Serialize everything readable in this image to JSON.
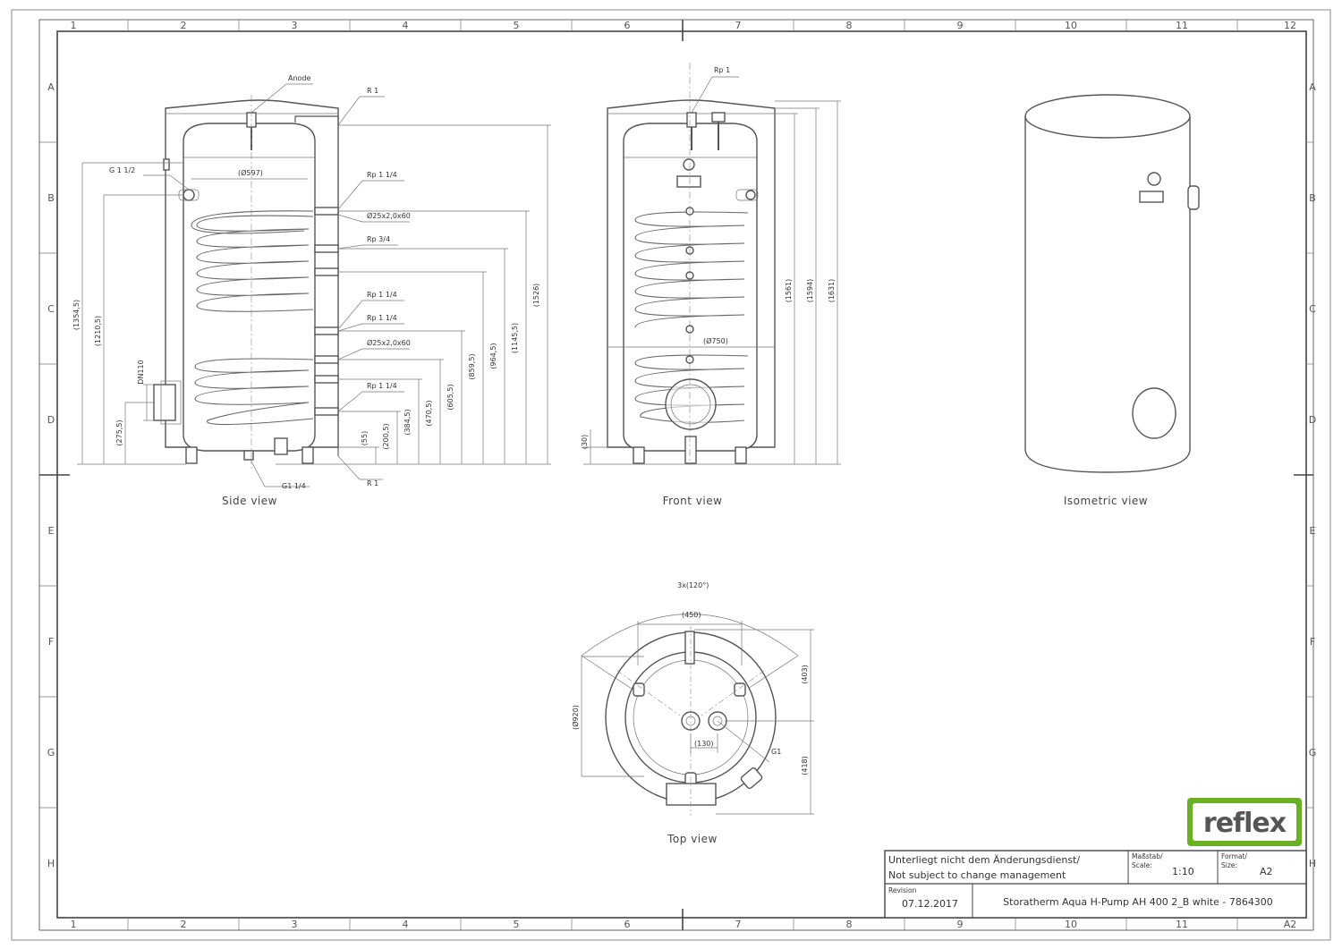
{
  "grid": {
    "columns": [
      "1",
      "2",
      "3",
      "4",
      "5",
      "6",
      "7",
      "8",
      "9",
      "10",
      "11",
      "12"
    ],
    "rows": [
      "A",
      "B",
      "C",
      "D",
      "E",
      "F",
      "G",
      "H"
    ]
  },
  "views": {
    "side": "Side view",
    "front": "Front view",
    "isometric": "Isometric view",
    "top": "Top view"
  },
  "side_labels": {
    "anode": "Anode",
    "r1_top": "R 1",
    "g112": "G 1 1/2",
    "dia597": "(Ø597)",
    "rp114_a": "Rp 1 1/4",
    "coil_a": "Ø25x2,0x60",
    "rp34": "Rp 3/4",
    "rp114_b": "Rp 1 1/4",
    "rp114_c": "Rp 1 1/4",
    "coil_b": "Ø25x2,0x60",
    "rp114_d": "Rp 1 1/4",
    "dn110": "DN110",
    "g114": "G1 1/4",
    "r1_bottom": "R 1"
  },
  "side_dims": {
    "d1": "(1354,5)",
    "d2": "(1210,5)",
    "d3": "(275,5)",
    "d4": "(55)",
    "d5": "(200,5)",
    "d6": "(384,5)",
    "d7": "(470,5)",
    "d8": "(605,5)",
    "d9": "(859,5)",
    "d10": "(964,5)",
    "d11": "(1145,5)",
    "d12": "(1526)"
  },
  "front_labels": {
    "rp1": "Rp 1",
    "dia750": "(Ø750)",
    "d30": "(30)",
    "d1561": "(1561)",
    "d1594": "(1594)",
    "d1631": "(1631)"
  },
  "top_labels": {
    "angle": "3x(120°)",
    "d450": "(450)",
    "d403": "(403)",
    "dia920": "(Ø920)",
    "d130": "(130)",
    "g1": "G1",
    "d418": "(418)"
  },
  "title_block": {
    "logo": "reflex",
    "notice_de": "Unterliegt nicht dem Änderungsdienst/",
    "notice_en": "Not subject to change management",
    "scale_label_de": "Maßstab/",
    "scale_label_en": "Scale:",
    "scale_value": "1:10",
    "format_label_de": "Format/",
    "format_label_en": "Size:",
    "format_value": "A2",
    "revision_label": "Revision",
    "revision_date": "07.12.2017",
    "drawing_title": "Storatherm Aqua H-Pump AH 400 2_B white - 7864300",
    "corner_format": "A2"
  },
  "colors": {
    "logo_green": "#6ab023",
    "line": "#555555"
  }
}
